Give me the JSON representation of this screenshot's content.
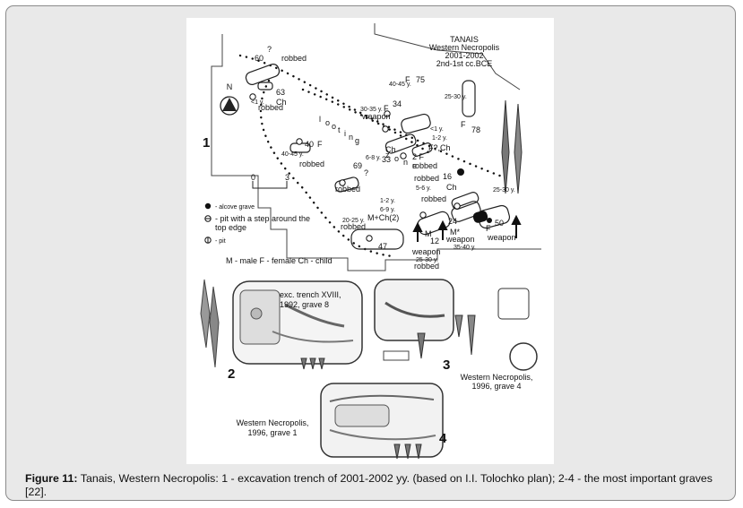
{
  "figure": {
    "map": {
      "header": [
        "TANAIS",
        "Western Necropolis",
        "2001-2002",
        "2nd-1st cc.BCE"
      ],
      "north": "N",
      "panel_no": "1",
      "scale_start": "0",
      "scale_end": "3",
      "zone_letters": [
        "l",
        "o",
        "o",
        "t",
        "i",
        "n",
        "g"
      ],
      "zone_word": [
        "z",
        "o",
        "n",
        "e"
      ],
      "labels": {
        "g60": "60",
        "q60": "?",
        "robbed60": "robbed",
        "g63": "63",
        "ch63": "Ch",
        "age63": "<1 y.",
        "robbed63": "robbed",
        "g40": "40",
        "f40": "F",
        "age40": "40-45 y.",
        "robbed40": "robbed",
        "g69": "69",
        "q69": "?",
        "robbed69": "robbed",
        "age75": "40-45 y.",
        "f75": "F",
        "g75": "75",
        "age34": "30-35 y.",
        "f34": "F",
        "g34": "34",
        "w34": "weapon",
        "age78": "25-30 y.",
        "f78": "F",
        "g78": "78",
        "ch33": "Ch",
        "age33": "6-8 y.",
        "g33": "33",
        "age_a": "<1 y.",
        "age_b": "1-2 y.",
        "fch": "F?,Ch",
        "f2": "2 F",
        "robbed_c": "robbed",
        "robbed16": "robbed",
        "g16": "16",
        "age16": "5-6 y.",
        "ch16": "Ch",
        "robbed16b": "robbed",
        "age_r": "25-30 y.",
        "age47a": "1-2 y.",
        "age47b": "6-9 y.",
        "mch": "M+Ch(2)",
        "age47c": "20-25 y.",
        "robbed47": "robbed",
        "g47": "47",
        "m12": "M",
        "g12": "12",
        "w12": "weapon",
        "age12": "25-30 y.",
        "robbed12": "robbed",
        "g24": "24",
        "m24": "M*",
        "w24": "weapon",
        "age24": "35-40 y.",
        "f50": "F",
        "g50": "50",
        "w50": "weapon"
      },
      "legend": [
        "- alcove grave",
        "- pit with a step around the",
        "top edge",
        "- pit"
      ],
      "sex_legend": "M - male   F - female   Ch - child"
    },
    "drawing2": {
      "caption": [
        "exc. trench XVIII,",
        "1992, grave 8"
      ],
      "number": "2"
    },
    "drawing3": {
      "caption": [
        "Western Necropolis,",
        "1996, grave 4"
      ],
      "number": "3"
    },
    "drawing4": {
      "caption": [
        "Western Necropolis,",
        "1996, grave 1"
      ],
      "number": "4"
    }
  },
  "caption": {
    "label": "Figure 11:",
    "text": " Tanais, Western Necropolis: 1 - excavation trench of 2001-2002 yy. (based on I.I. Tolochko plan); 2-4 - the most important graves [22]."
  }
}
